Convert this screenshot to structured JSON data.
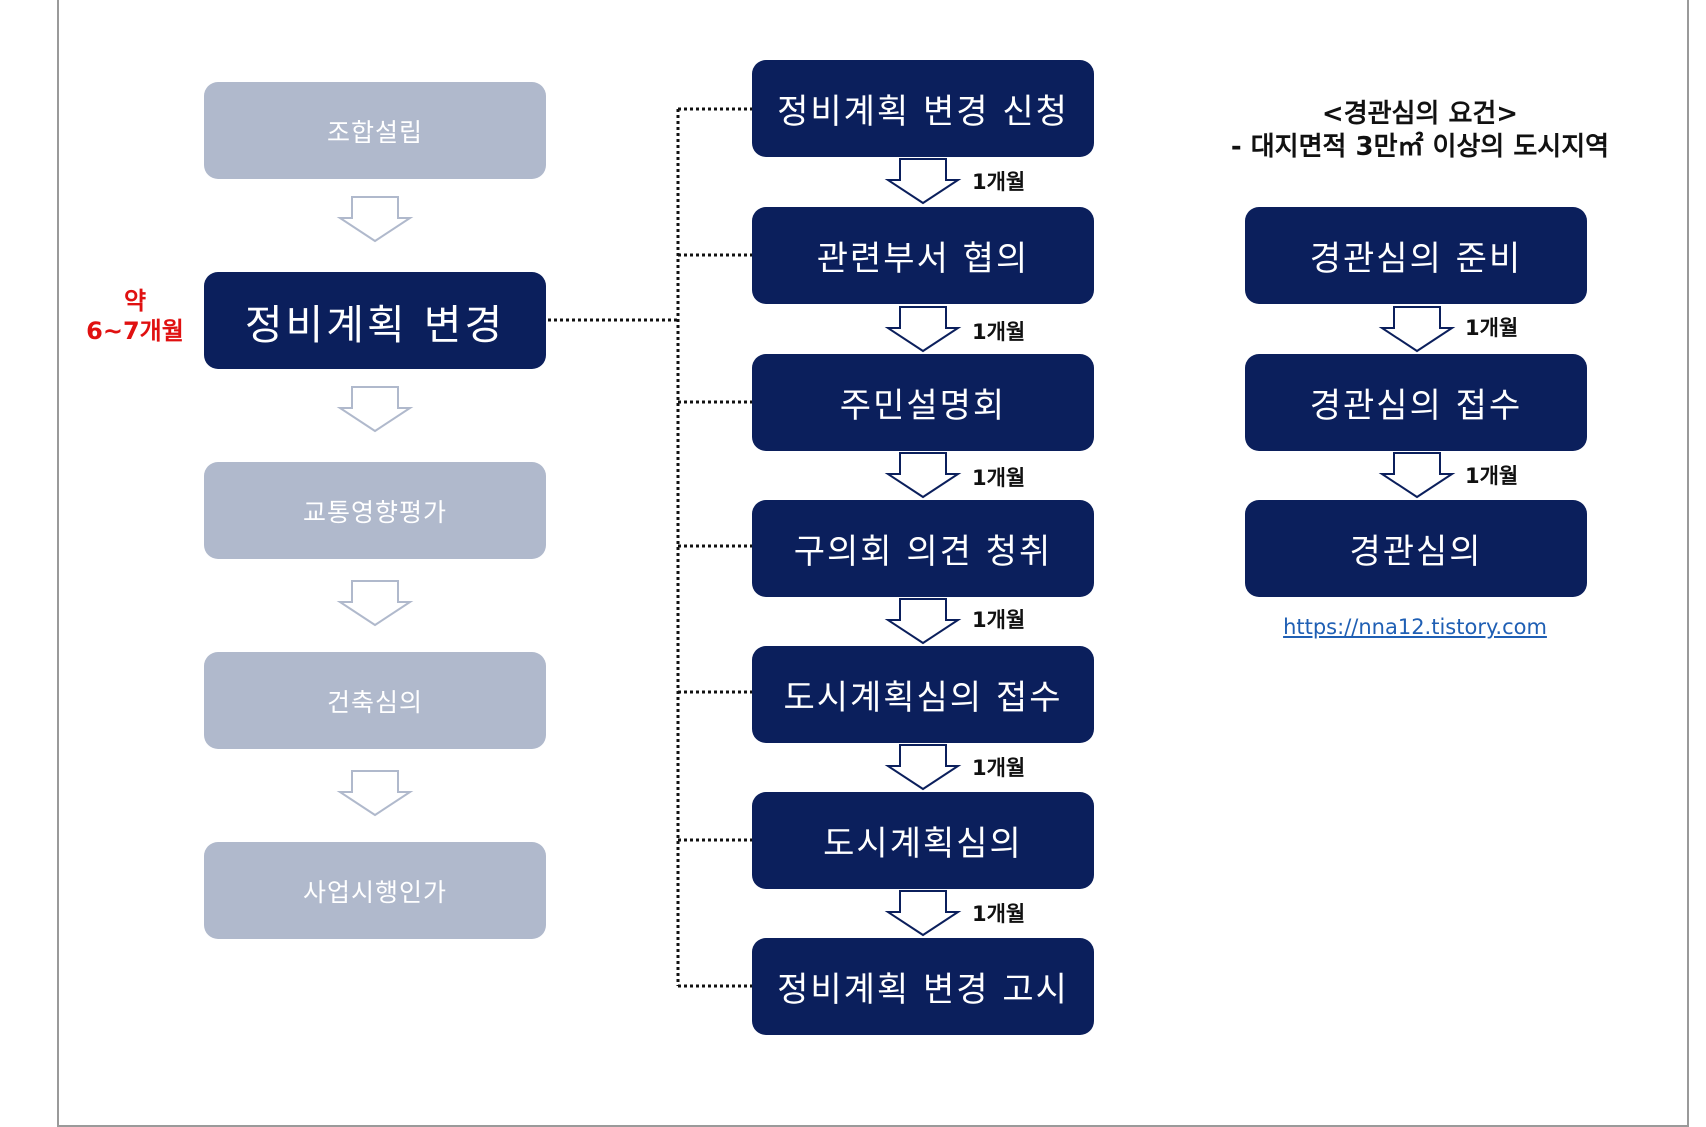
{
  "left_flow": {
    "steps": [
      "조합설립",
      "정비계획 변경",
      "교통영향평가",
      "건축심의",
      "사업시행인가"
    ],
    "duration_label": [
      "약",
      "6~7개월"
    ]
  },
  "middle_flow": {
    "steps": [
      "정비계획 변경 신청",
      "관련부서 협의",
      "주민설명회",
      "구의회 의견 청취",
      "도시계획심의 접수",
      "도시계획심의",
      "정비계획 변경 고시"
    ],
    "intervals": [
      "1개월",
      "1개월",
      "1개월",
      "1개월",
      "1개월",
      "1개월"
    ]
  },
  "right_flow": {
    "criteria_title": "<경관심의 요건>",
    "criteria_text": "- 대지면적 3만㎡ 이상의 도시지역",
    "steps": [
      "경관심의 준비",
      "경관심의 접수",
      "경관심의"
    ],
    "intervals": [
      "1개월",
      "1개월"
    ],
    "link": "https://nna12.tistory.com"
  },
  "colors": {
    "active_box": "#0b1f5c",
    "inactive_box": "#b0b9cc",
    "duration_text": "#e01010",
    "link": "#1f5fb4"
  }
}
